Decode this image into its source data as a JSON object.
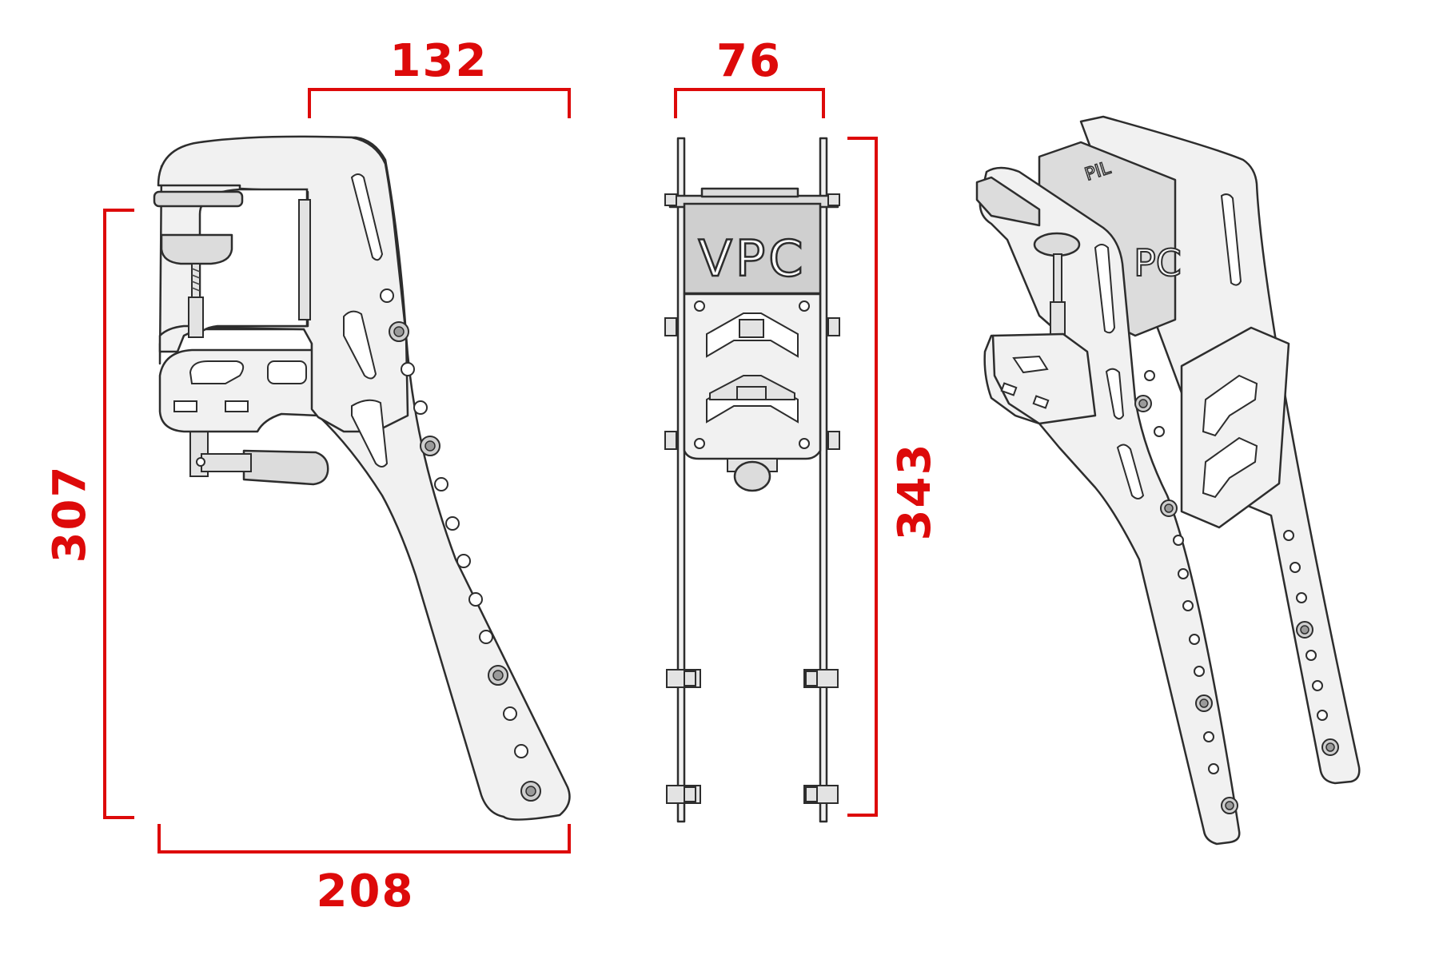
{
  "dimensions": {
    "top_width_left": "132",
    "top_width_middle": "76",
    "bottom_width_left": "208",
    "height_left": "307",
    "height_middle": "343"
  },
  "logo": {
    "front_text": "VPC",
    "iso_side_text": "PC",
    "iso_top_text": "PIL"
  },
  "colors": {
    "dimension": "#dd0a0a",
    "outline": "#2d2d2d",
    "plate_fill": "#f1f1f1"
  }
}
